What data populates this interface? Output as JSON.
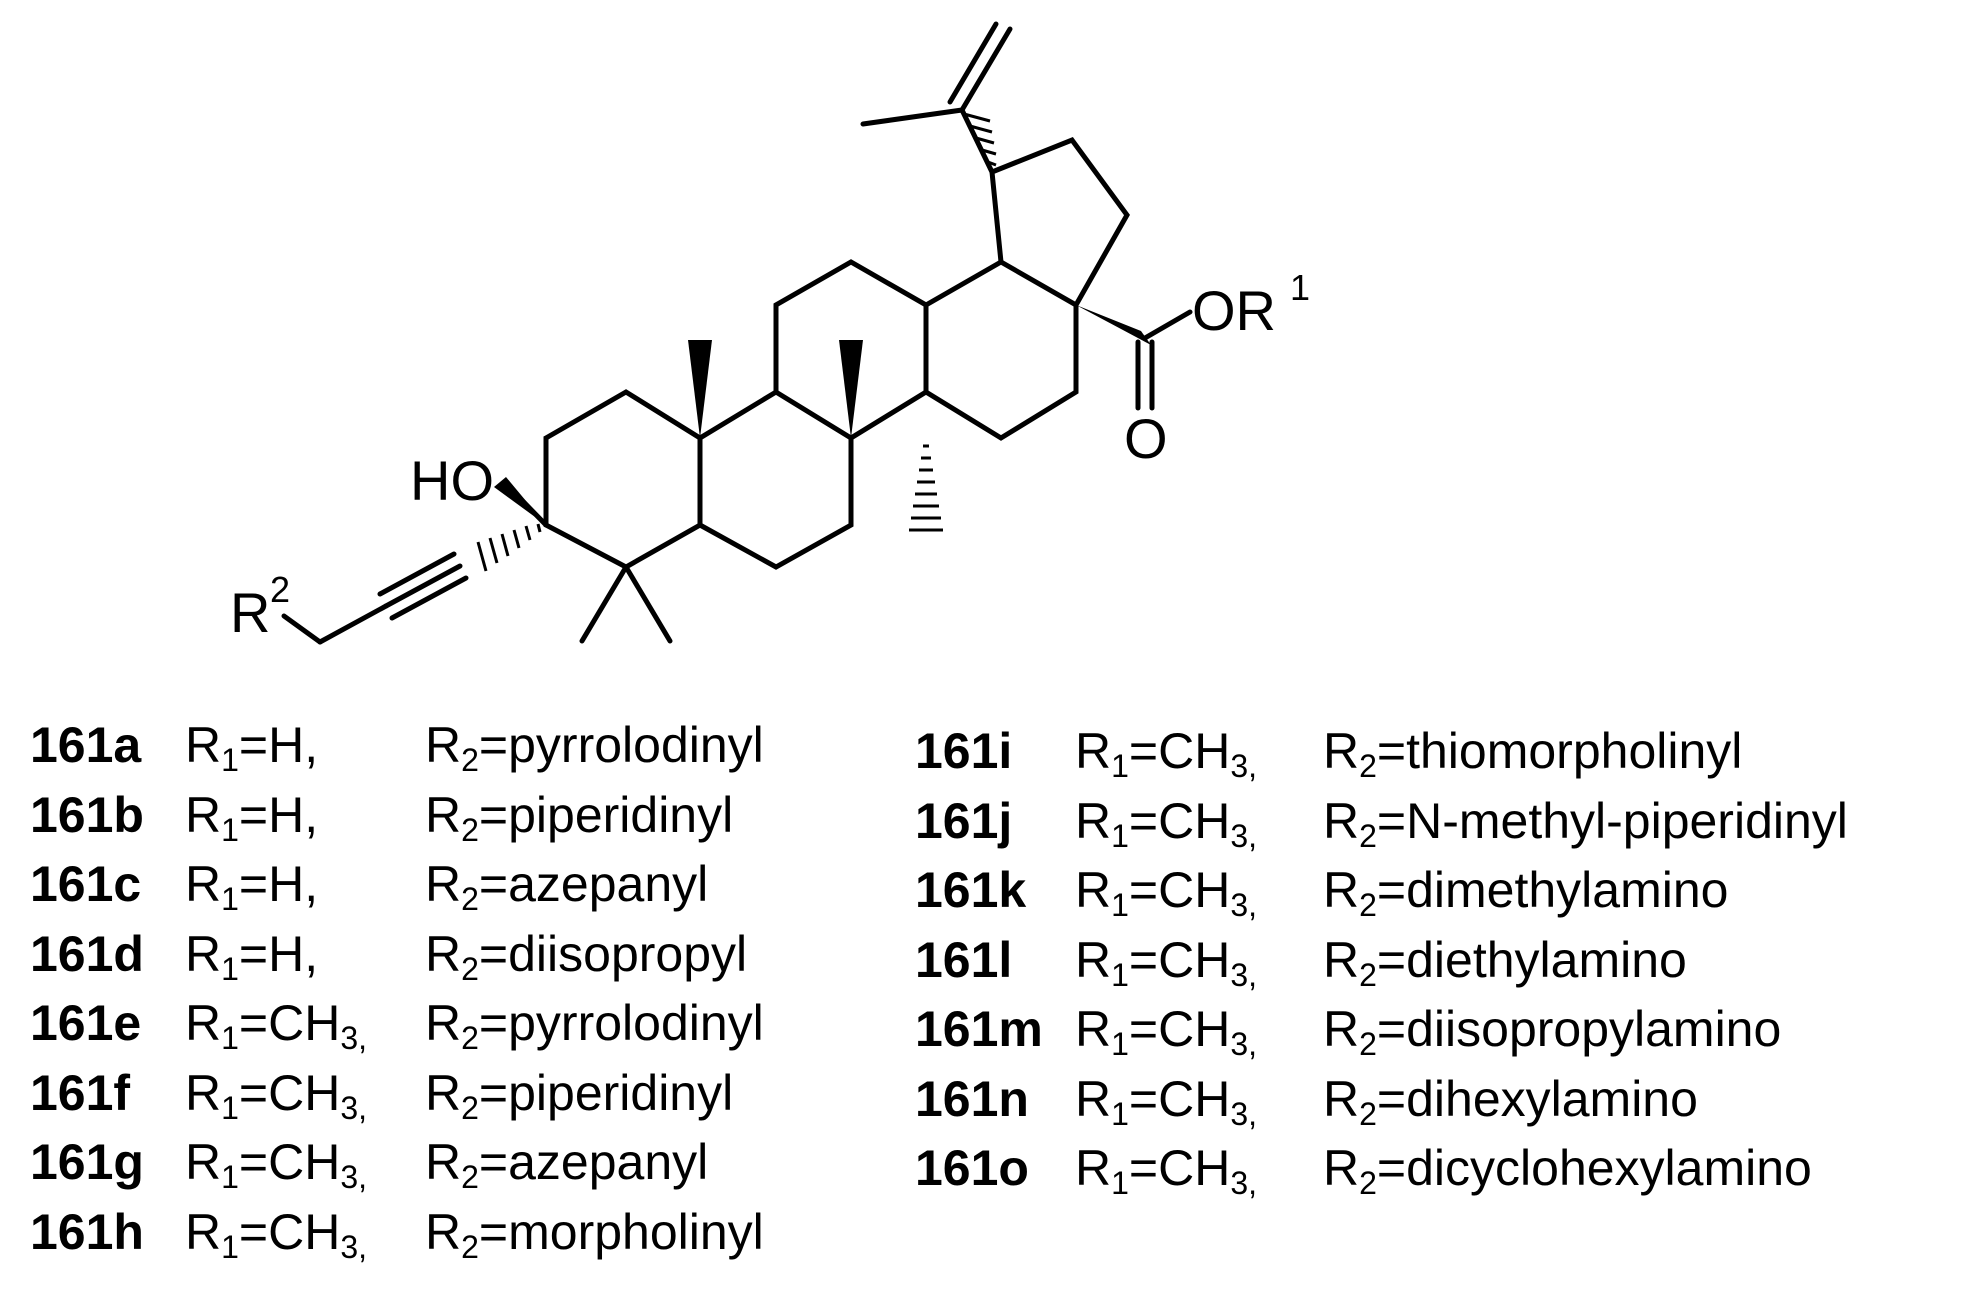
{
  "structure": {
    "atom_labels": {
      "hydroxyl": "HO",
      "ester_o": "OR",
      "ester_o_sup": "1",
      "carbonyl_o": "O",
      "r2": "R",
      "r2_sup": "2"
    },
    "colors": {
      "bond": "#000000",
      "background": "#ffffff"
    }
  },
  "compounds": {
    "column_left": [
      {
        "code": "161a",
        "r1_sym": "R",
        "r1_sub": "1",
        "r1_val": "=H,",
        "r1_sub2": "",
        "r2_sym": "R",
        "r2_sub": "2",
        "r2_val": "=pyrrolodinyl"
      },
      {
        "code": "161b",
        "r1_sym": "R",
        "r1_sub": "1",
        "r1_val": "=H,",
        "r1_sub2": "",
        "r2_sym": "R",
        "r2_sub": "2",
        "r2_val": "=piperidinyl"
      },
      {
        "code": "161c",
        "r1_sym": "R",
        "r1_sub": "1",
        "r1_val": "=H,",
        "r1_sub2": "",
        "r2_sym": "R",
        "r2_sub": "2",
        "r2_val": "=azepanyl"
      },
      {
        "code": "161d",
        "r1_sym": "R",
        "r1_sub": "1",
        "r1_val": "=H,",
        "r1_sub2": "",
        "r2_sym": "R",
        "r2_sub": "2",
        "r2_val": "=diisopropyl"
      },
      {
        "code": "161e",
        "r1_sym": "R",
        "r1_sub": "1",
        "r1_val": "=CH",
        "r1_sub2": "3,",
        "r2_sym": "R",
        "r2_sub": "2",
        "r2_val": "=pyrrolodinyl"
      },
      {
        "code": "161f",
        "r1_sym": "R",
        "r1_sub": "1",
        "r1_val": "=CH",
        "r1_sub2": "3,",
        "r2_sym": "R",
        "r2_sub": "2",
        "r2_val": "=piperidinyl"
      },
      {
        "code": "161g",
        "r1_sym": "R",
        "r1_sub": "1",
        "r1_val": "=CH",
        "r1_sub2": "3,",
        "r2_sym": "R",
        "r2_sub": "2",
        "r2_val": "=azepanyl"
      },
      {
        "code": "161h",
        "r1_sym": "R",
        "r1_sub": "1",
        "r1_val": "=CH",
        "r1_sub2": "3,",
        "r2_sym": "R",
        "r2_sub": "2",
        "r2_val": "=morpholinyl"
      }
    ],
    "column_right": [
      {
        "code": "161i",
        "r1_sym": "R",
        "r1_sub": "1",
        "r1_val": "=CH",
        "r1_sub2": "3,",
        "r2_sym": "R",
        "r2_sub": "2",
        "r2_val": "=thiomorpholinyl"
      },
      {
        "code": "161j",
        "r1_sym": "R",
        "r1_sub": "1",
        "r1_val": "=CH",
        "r1_sub2": "3,",
        "r2_sym": "R",
        "r2_sub": "2",
        "r2_val": "=N-methyl-piperidinyl"
      },
      {
        "code": "161k",
        "r1_sym": "R",
        "r1_sub": "1",
        "r1_val": "=CH",
        "r1_sub2": "3,",
        "r2_sym": "R",
        "r2_sub": "2",
        "r2_val": "=dimethylamino"
      },
      {
        "code": "161l",
        "r1_sym": "R",
        "r1_sub": "1",
        "r1_val": "=CH",
        "r1_sub2": "3,",
        "r2_sym": "R",
        "r2_sub": "2",
        "r2_val": "=diethylamino"
      },
      {
        "code": "161m",
        "r1_sym": "R",
        "r1_sub": "1",
        "r1_val": "=CH",
        "r1_sub2": "3,",
        "r2_sym": "R",
        "r2_sub": "2",
        "r2_val": "=diisopropylamino"
      },
      {
        "code": "161n",
        "r1_sym": "R",
        "r1_sub": "1",
        "r1_val": "=CH",
        "r1_sub2": "3,",
        "r2_sym": "R",
        "r2_sub": "2",
        "r2_val": "=dihexylamino"
      },
      {
        "code": "161o",
        "r1_sym": "R",
        "r1_sub": "1",
        "r1_val": "=CH",
        "r1_sub2": "3,",
        "r2_sym": "R",
        "r2_sub": "2",
        "r2_val": "=dicyclohexylamino"
      }
    ]
  }
}
